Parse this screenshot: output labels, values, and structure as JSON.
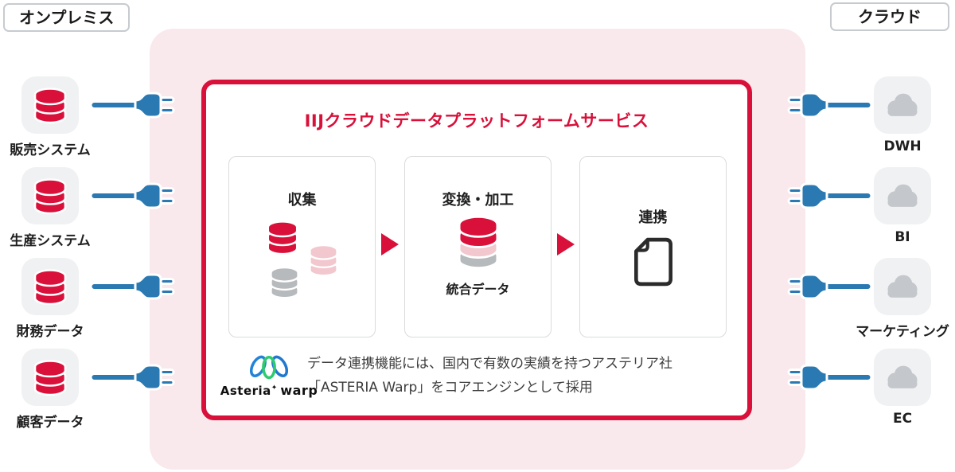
{
  "header": {
    "onpremise": "オンプレミス",
    "cloud": "クラウド"
  },
  "onpremise": {
    "items": [
      {
        "label": "販売システム",
        "icon": "database-icon"
      },
      {
        "label": "生産システム",
        "icon": "database-icon"
      },
      {
        "label": "財務データ",
        "icon": "database-icon"
      },
      {
        "label": "顧客データ",
        "icon": "database-icon"
      }
    ]
  },
  "cloud": {
    "items": [
      {
        "label": "DWH",
        "icon": "cloud-icon"
      },
      {
        "label": "BI",
        "icon": "cloud-icon"
      },
      {
        "label": "マーケティング",
        "icon": "cloud-icon"
      },
      {
        "label": "EC",
        "icon": "cloud-icon"
      }
    ]
  },
  "platform": {
    "title": "IIJクラウドデータプラットフォームサービス",
    "steps": [
      {
        "label": "収集",
        "icon": "database-cluster-icon"
      },
      {
        "label": "変換・加工",
        "sublabel": "統合データ",
        "icon": "stacked-database-icon"
      },
      {
        "label": "連携",
        "icon": "document-icon"
      }
    ],
    "logo": {
      "brand": "Asteria",
      "star": "✦",
      "product": "warp",
      "icon": "asteria-warp-logo"
    },
    "note": {
      "line1": "データ連携機能には、国内で有数の実績を持つアステリア社",
      "line2": "「ASTERIA Warp」をコアエンジンとして採用"
    }
  },
  "colors": {
    "accent_red": "#d8103a",
    "panel_pink": "#f9e9ec",
    "db_pink": "#f2c7ce",
    "db_gray": "#b7babc",
    "plug_blue": "#2a79b2",
    "icon_tile_gray": "#f0f1f2",
    "cloud_gray": "#c4c7cb"
  }
}
